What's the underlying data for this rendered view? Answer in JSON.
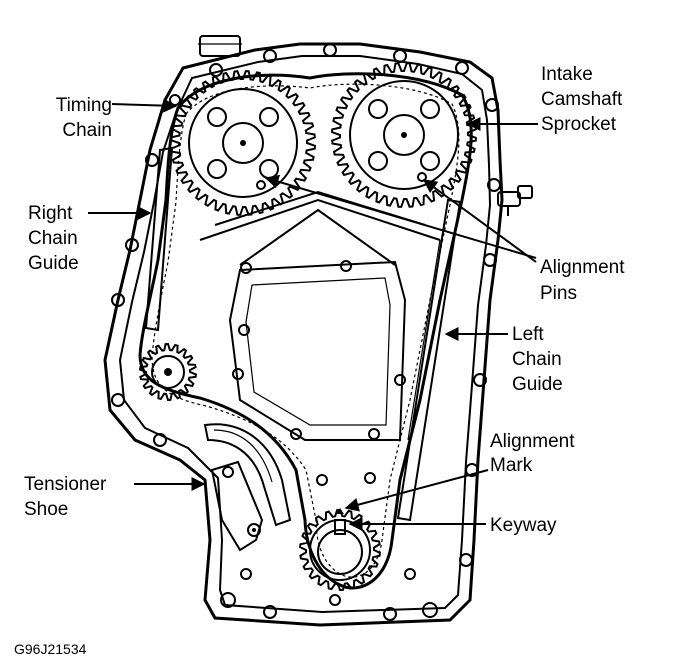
{
  "labels": {
    "timing_chain": [
      "Timing",
      "Chain"
    ],
    "intake_sprocket": [
      "Intake",
      "Camshaft",
      "Sprocket"
    ],
    "right_guide": [
      "Right",
      "Chain",
      "Guide"
    ],
    "alignment_pins": [
      "Alignment",
      "Pins"
    ],
    "left_guide": [
      "Left",
      "Chain",
      "Guide"
    ],
    "alignment_mark": [
      "Alignment",
      "Mark"
    ],
    "tensioner_shoe": [
      "Tensioner",
      "Shoe"
    ],
    "keyway": "Keyway"
  },
  "figure_code": "G96J21534"
}
